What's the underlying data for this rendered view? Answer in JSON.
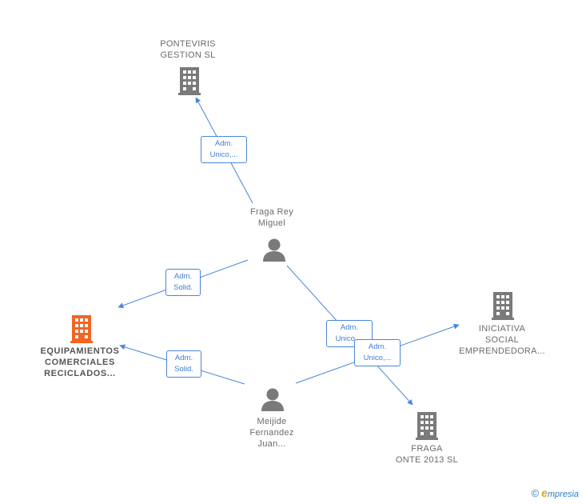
{
  "colors": {
    "edge": "#4a86d8",
    "company": "#7a7a7a",
    "focus_company": "#f26522",
    "person": "#7a7a7a"
  },
  "nodes": {
    "ponteviris": {
      "lines": [
        "PONTEVIRIS",
        "GESTION  SL"
      ],
      "icon": "building-icon"
    },
    "fraga_rey": {
      "lines": [
        "Fraga Rey",
        "Miguel"
      ],
      "icon": "person-icon"
    },
    "equipamientos": {
      "lines": [
        "EQUIPAMIENTOS",
        "COMERCIALES",
        "RECICLADOS..."
      ],
      "icon": "building-icon"
    },
    "iniciativa": {
      "lines": [
        "INICIATIVA",
        "SOCIAL",
        "EMPRENDEDORA..."
      ],
      "icon": "building-icon"
    },
    "meijide": {
      "lines": [
        "Meijide",
        "Fernandez",
        "Juan..."
      ],
      "icon": "person-icon"
    },
    "fraga_onte": {
      "lines": [
        "FRAGA",
        "ONTE 2013 SL"
      ],
      "icon": "building-icon"
    }
  },
  "edges": {
    "fraga_ponteviris": {
      "lines": [
        "Adm.",
        "Unico,..."
      ]
    },
    "fraga_equipamientos": {
      "lines": [
        "Adm.",
        "Solid."
      ]
    },
    "fraga_fragaonte": {
      "lines": [
        "Adm.",
        "Unico,..."
      ]
    },
    "meijide_equipamientos": {
      "lines": [
        "Adm.",
        "Solid."
      ]
    },
    "meijide_iniciativa": {
      "lines": [
        "Adm.",
        "Unico,..."
      ]
    }
  },
  "watermark": {
    "copyright": "©",
    "brand_initial": "e",
    "brand_rest": "mpresia"
  }
}
